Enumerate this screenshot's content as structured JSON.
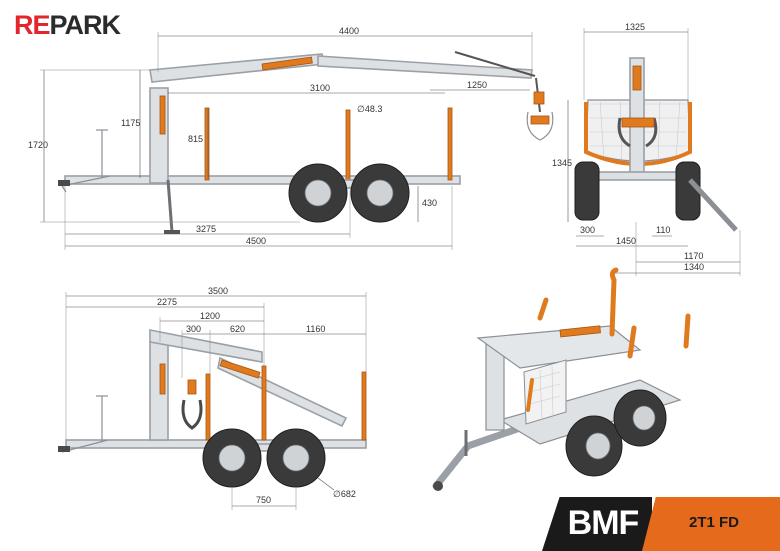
{
  "brand": {
    "logo_re": "RE",
    "logo_park": "PARK",
    "badge_name": "BMF",
    "model": "2T1 FD"
  },
  "colors": {
    "accent_orange": "#e56a1c",
    "logo_red": "#e3262e",
    "frame_grey": "#dde1e4",
    "tire_dark": "#3a3a3a"
  },
  "side_view": {
    "dims": {
      "crane_reach": "4400",
      "boom_extension": "1250",
      "inner_boom": "3100",
      "stake_diameter": "∅48.3",
      "overall_height": "1720",
      "column_height": "1175",
      "stake_height": "815",
      "ground_clearance": "430",
      "bunk_length": "3275",
      "overall_length": "4500"
    }
  },
  "rear_view": {
    "dims": {
      "top_width": "1325",
      "overall_height": "1345",
      "wheel_offset": "300",
      "track_width": "1450",
      "stabilizer_offset": "110",
      "outrigger_span_a": "1170",
      "outrigger_span_b": "1340"
    }
  },
  "folded_view": {
    "dims": {
      "overall_length": "3500",
      "crane_position": "2275",
      "boom_offset": "1200",
      "pivot_offset": "300",
      "cylinder_length": "620",
      "rear_overhang": "1160",
      "wheelbase": "750",
      "wheel_diameter": "∅682"
    }
  }
}
